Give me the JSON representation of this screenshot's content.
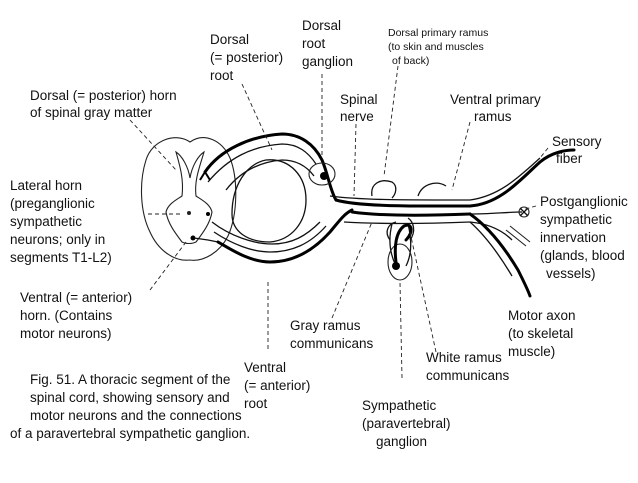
{
  "labels": {
    "dorsal_root": [
      "Dorsal",
      "(= posterior)",
      "root"
    ],
    "dorsal_root_ganglion": [
      "Dorsal",
      "root",
      "ganglion"
    ],
    "dorsal_primary_ramus": [
      "Dorsal primary ramus",
      "(to skin and muscles",
      "of back)"
    ],
    "dorsal_horn": [
      "Dorsal (= posterior) horn",
      "of spinal gray matter"
    ],
    "spinal_nerve": [
      "Spinal",
      "nerve"
    ],
    "ventral_primary_ramus": [
      "Ventral primary",
      "ramus"
    ],
    "sensory_fiber": [
      "Sensory",
      "fiber"
    ],
    "lateral_horn": [
      "Lateral horn",
      "(preganglionic",
      "sympathetic",
      "neurons; only in",
      "segments T1-L2)"
    ],
    "postganglionic": [
      "Postganglionic",
      "sympathetic",
      "innervation",
      "(glands, blood",
      "vessels)"
    ],
    "ventral_horn": [
      "Ventral (= anterior)",
      "horn.  (Contains",
      "motor neurons)"
    ],
    "gray_ramus": [
      "Gray ramus",
      "communicans"
    ],
    "motor_axon": [
      "Motor axon",
      "(to skeletal",
      " muscle)"
    ],
    "ventral_root": [
      "Ventral",
      "(= anterior)",
      "root"
    ],
    "white_ramus": [
      "White ramus",
      "communicans"
    ],
    "sympathetic_ganglion": [
      "Sympathetic",
      "(paravertebral)",
      "ganglion"
    ]
  },
  "caption": [
    "Fig. 51. A thoracic segment of the",
    "spinal cord, showing sensory and",
    "motor neurons and the connections",
    "of a paravertebral sympathetic ganglion."
  ]
}
